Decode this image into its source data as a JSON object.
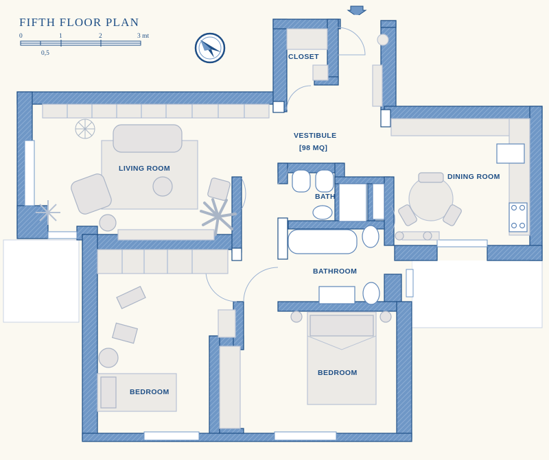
{
  "plan": {
    "title": "FIFTH FLOOR PLAN",
    "scale": {
      "ticks": [
        "0",
        "1",
        "2",
        "3 mt"
      ],
      "half": "0,5"
    },
    "rooms": {
      "closet": "CLOSET",
      "vestibule": "VESTIBULE",
      "vestibule_area": "[98 MQ]",
      "living_room": "LIVING ROOM",
      "dining_room": "DINING ROOM",
      "bath": "BATH",
      "bathroom": "BATHROOM",
      "bedroom_left": "BEDROOM",
      "bedroom_right": "BEDROOM"
    }
  },
  "colors": {
    "wall_fill": "#6f97c6",
    "wall_stroke": "#1f4f86",
    "label": "#1f4f86",
    "background": "#fbf9f1",
    "furniture": "#eceae6"
  },
  "icons": [
    "compass-icon",
    "entrance-arrow-icon"
  ]
}
